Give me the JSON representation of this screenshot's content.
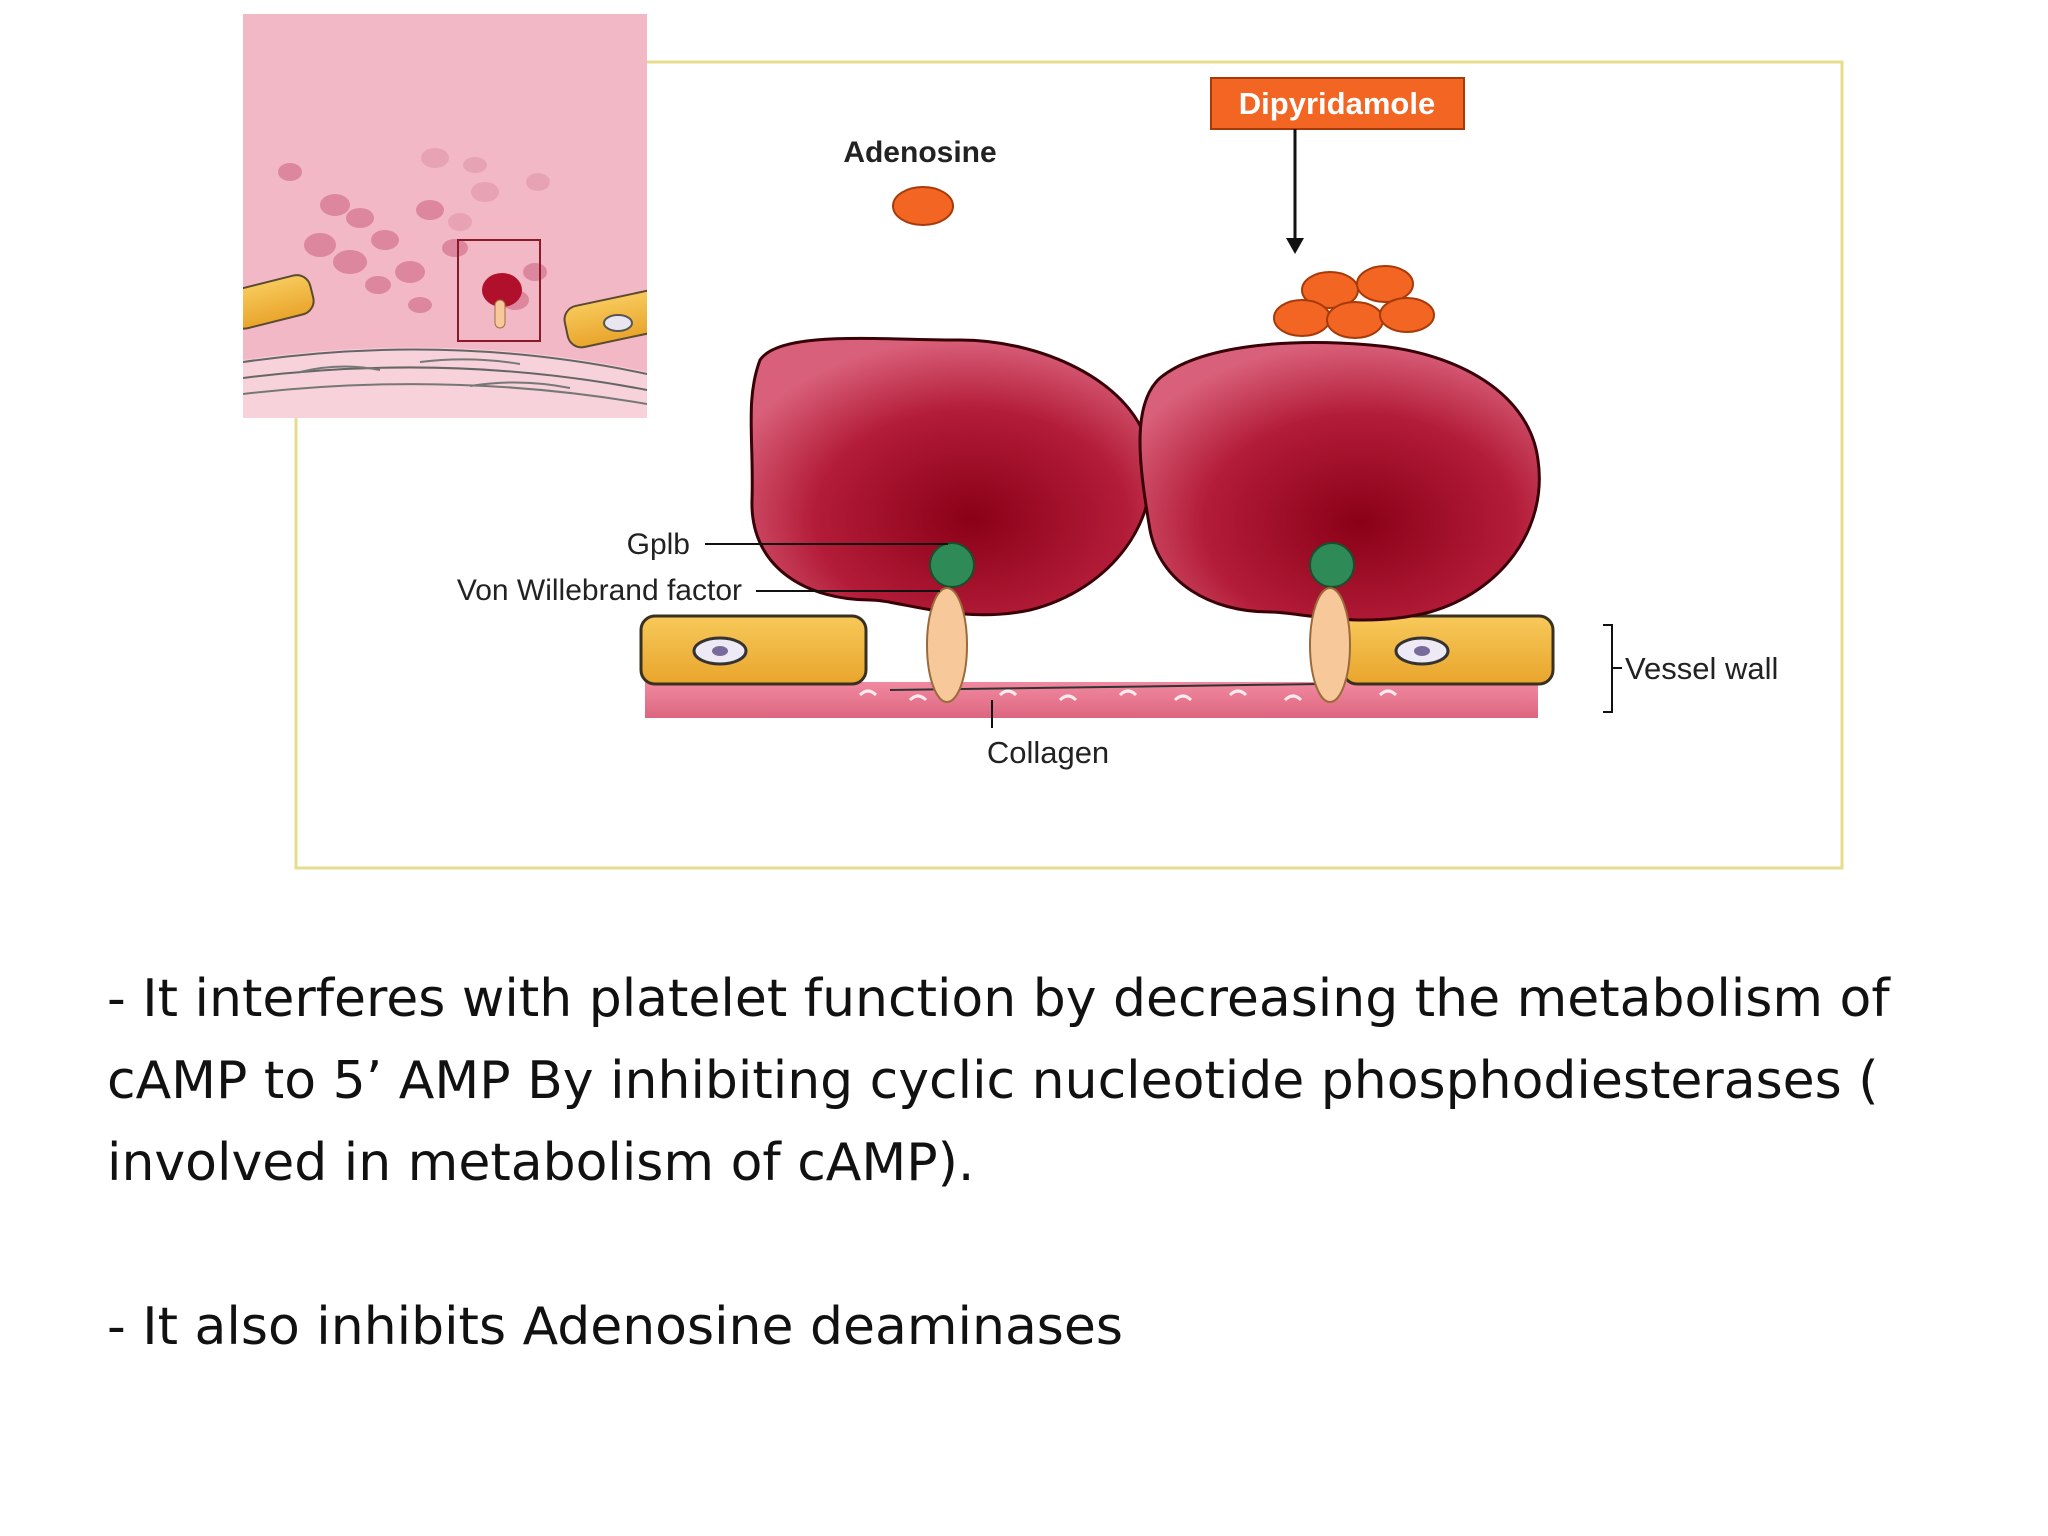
{
  "diagram": {
    "labels": {
      "adenosine": "Adenosine",
      "dipyridamole": "Dipyridamole",
      "gplb": "Gplb",
      "vwf": "Von Willebrand factor",
      "vessel_wall": "Vessel wall",
      "collagen": "Collagen"
    },
    "colors": {
      "frame_border": "#e6dc8c",
      "inset_background": "#f2b8c6",
      "platelet": "#a8102a",
      "drug_box": "#f26522",
      "endothelial_cell": "#f4b942",
      "vwf_fiber": "#f7c99a",
      "gplb_receptor": "#2e8b57",
      "basement_collagen": "#e37a90"
    }
  },
  "text": {
    "bullets": [
      "- It interferes with platelet function by decreasing the metabolism of cAMP to 5’ AMP By inhibiting cyclic nucleotide phosphodiesterases  ( involved in metabolism of cAMP).",
      "- It also inhibits Adenosine deaminases"
    ]
  }
}
